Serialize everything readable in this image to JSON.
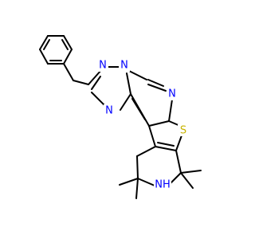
{
  "molecule": {
    "colors": {
      "carbon_bond": "#000000",
      "nitrogen": "#0000ff",
      "sulfur": "#c8b400",
      "background": "#ffffff"
    },
    "atoms": {
      "n_triazole_top_left": "N",
      "n_triazole_top_right": "N",
      "n_triazole_bottom": "N",
      "n_pyrimidine": "N",
      "s_thiophene": "S",
      "nh_piperidine": "NH"
    },
    "atom_colors": {
      "n_triazole_top_left": "#0000ff",
      "n_triazole_top_right": "#0000ff",
      "n_triazole_bottom": "#0000ff",
      "n_pyrimidine": "#0000ff",
      "s_thiophene": "#c8b400",
      "nh_piperidine": "#0000ff"
    }
  }
}
